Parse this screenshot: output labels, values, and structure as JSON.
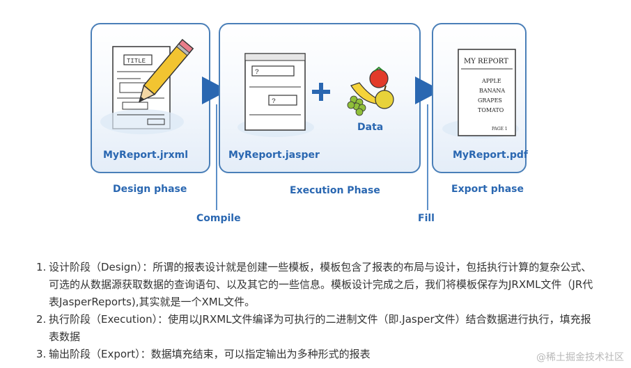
{
  "diagram": {
    "boxes": [
      {
        "id": "design",
        "file": "MyReport.jrxml"
      },
      {
        "id": "execution",
        "file": "MyReport.jasper"
      },
      {
        "id": "export",
        "file": "MyReport.pdf"
      }
    ],
    "data_label": "Data",
    "phases": {
      "design": "Design phase",
      "execution": "Execution Phase",
      "export": "Export phase"
    },
    "steps": {
      "compile": "Compile",
      "fill": "Fill"
    },
    "sketch_text": {
      "title_field": "TITLE",
      "question1": "?",
      "question2": "?",
      "report_title": "MY REPORT",
      "items": [
        "APPLE",
        "BANANA",
        "GRAPES",
        "TOMATO"
      ],
      "page": "PAGE 1"
    },
    "colors": {
      "accent": "#2a67b1",
      "border": "#4a7fb8",
      "arrow": "#2a67b1"
    }
  },
  "list": [
    {
      "num": "1.",
      "text": "设计阶段（Design）：所谓的报表设计就是创建一些模板，模板包含了报表的布局与设计，包括执行计算的复杂公式、可选的从数据源获取数据的查询语句、以及其它的一些信息。模板设计完成之后，我们将模板保存为JRXML文件（JR代表JasperReports),其实就是一个XML文件。"
    },
    {
      "num": "2.",
      "text": "执行阶段（Execution）：使用以JRXML文件编译为可执行的二进制文件（即.Jasper文件）结合数据进行执行，填充报表数据"
    },
    {
      "num": "3.",
      "text": "输出阶段（Export）：数据填充结束，可以指定输出为多种形式的报表"
    }
  ],
  "watermark": "@稀土掘金技术社区"
}
